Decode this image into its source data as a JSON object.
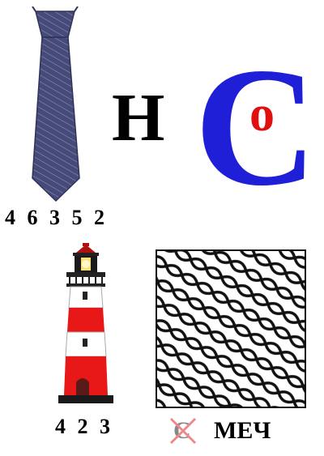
{
  "top": {
    "tie_digits": "4 6 3 5 2",
    "middle_letter": "Н",
    "big_letter": "С",
    "inner_letter": "о"
  },
  "bottom": {
    "lighthouse_digits": "4 2 3",
    "crossed_letter": "С",
    "word": "МЕЧ"
  },
  "colors": {
    "tie": "#464a78",
    "blue_letter": "#1f1fd8",
    "red": "#e01010",
    "cross": "#ec8a8a"
  }
}
